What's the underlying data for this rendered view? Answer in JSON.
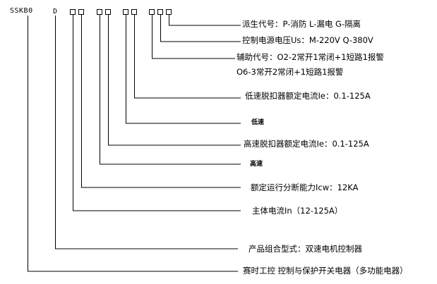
{
  "model": {
    "prefix": "SSKB0",
    "d_code": "D"
  },
  "labels": {
    "derived_code": "派生代号：P-消防 L-漏电 G-隔离",
    "control_voltage": "控制电源电压Us：M-220V Q-380V",
    "aux_code_line1": "辅助代号：O2-2常开1常闭+1短路1报警",
    "aux_code_line2": "O6-3常开2常闭+1短路1报警",
    "low_speed_current": "低速脱扣器额定电流Ie：0.1-125A",
    "low_speed": "低速",
    "high_speed_current": "高速脱扣器额定电流Ie：0.1-125A",
    "high_speed": "高速",
    "breaking_capacity": "额定运行分断能力Icw：12KA",
    "main_current": "主体电流In（12-125A）",
    "product_type": "产品组合型式：双速电机控制器",
    "product_name": "赛时工控 控制与保护开关电器（多功能电器）"
  }
}
